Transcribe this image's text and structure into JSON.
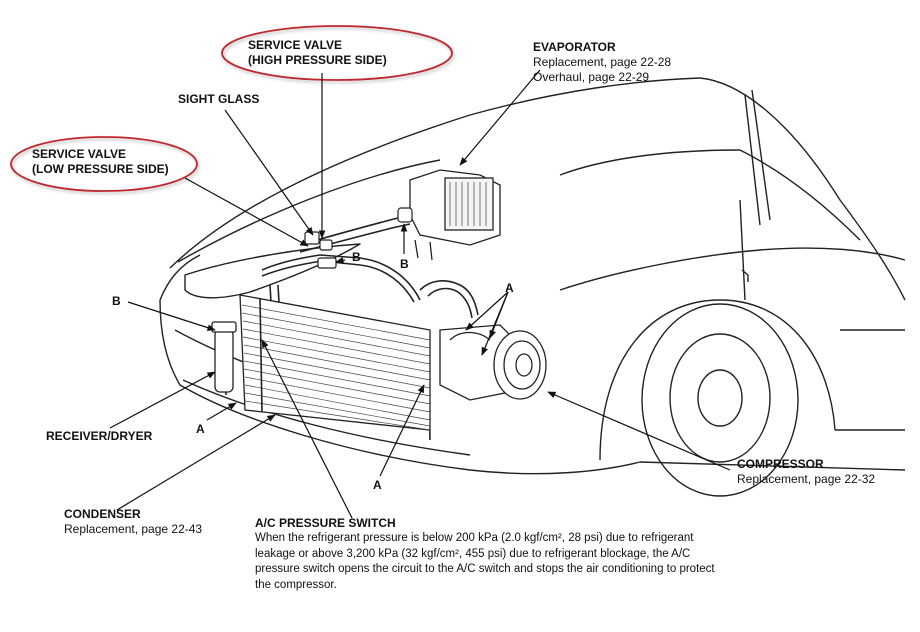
{
  "labels": {
    "service_valve_high": {
      "line1": "SERVICE VALVE",
      "line2": "(HIGH PRESSURE SIDE)"
    },
    "service_valve_low": {
      "line1": "SERVICE VALVE",
      "line2": "(LOW PRESSURE SIDE)"
    },
    "sight_glass": "SIGHT GLASS",
    "evaporator": {
      "title": "EVAPORATOR",
      "line1": "Replacement, page 22-28",
      "line2": "Overhaul, page 22-29"
    },
    "receiver_dryer": "RECEIVER/DRYER",
    "condenser": {
      "title": "CONDENSER",
      "line1": "Replacement, page 22-43"
    },
    "compressor": {
      "title": "COMPRESSOR",
      "line1": "Replacement, page 22-32"
    },
    "ac_pressure_switch": {
      "title": "A/C PRESSURE SWITCH",
      "lines": [
        "When the refrigerant pressure is below 200 kPa (2.0 kgf/cm², 28 psi) due to refrigerant leakage or above 3,200 kPa (32 kgf/cm², 455 psi) due to refrigerant blockage, the A/C pressure switch opens the circuit to the A/C switch and stops the air conditioning to protect the compressor."
      ]
    }
  },
  "callouts": {
    "a": "A",
    "b": "B"
  },
  "colors": {
    "highlight_ellipse": "#c0262d",
    "line_art": "#111111",
    "background": "#ffffff"
  }
}
